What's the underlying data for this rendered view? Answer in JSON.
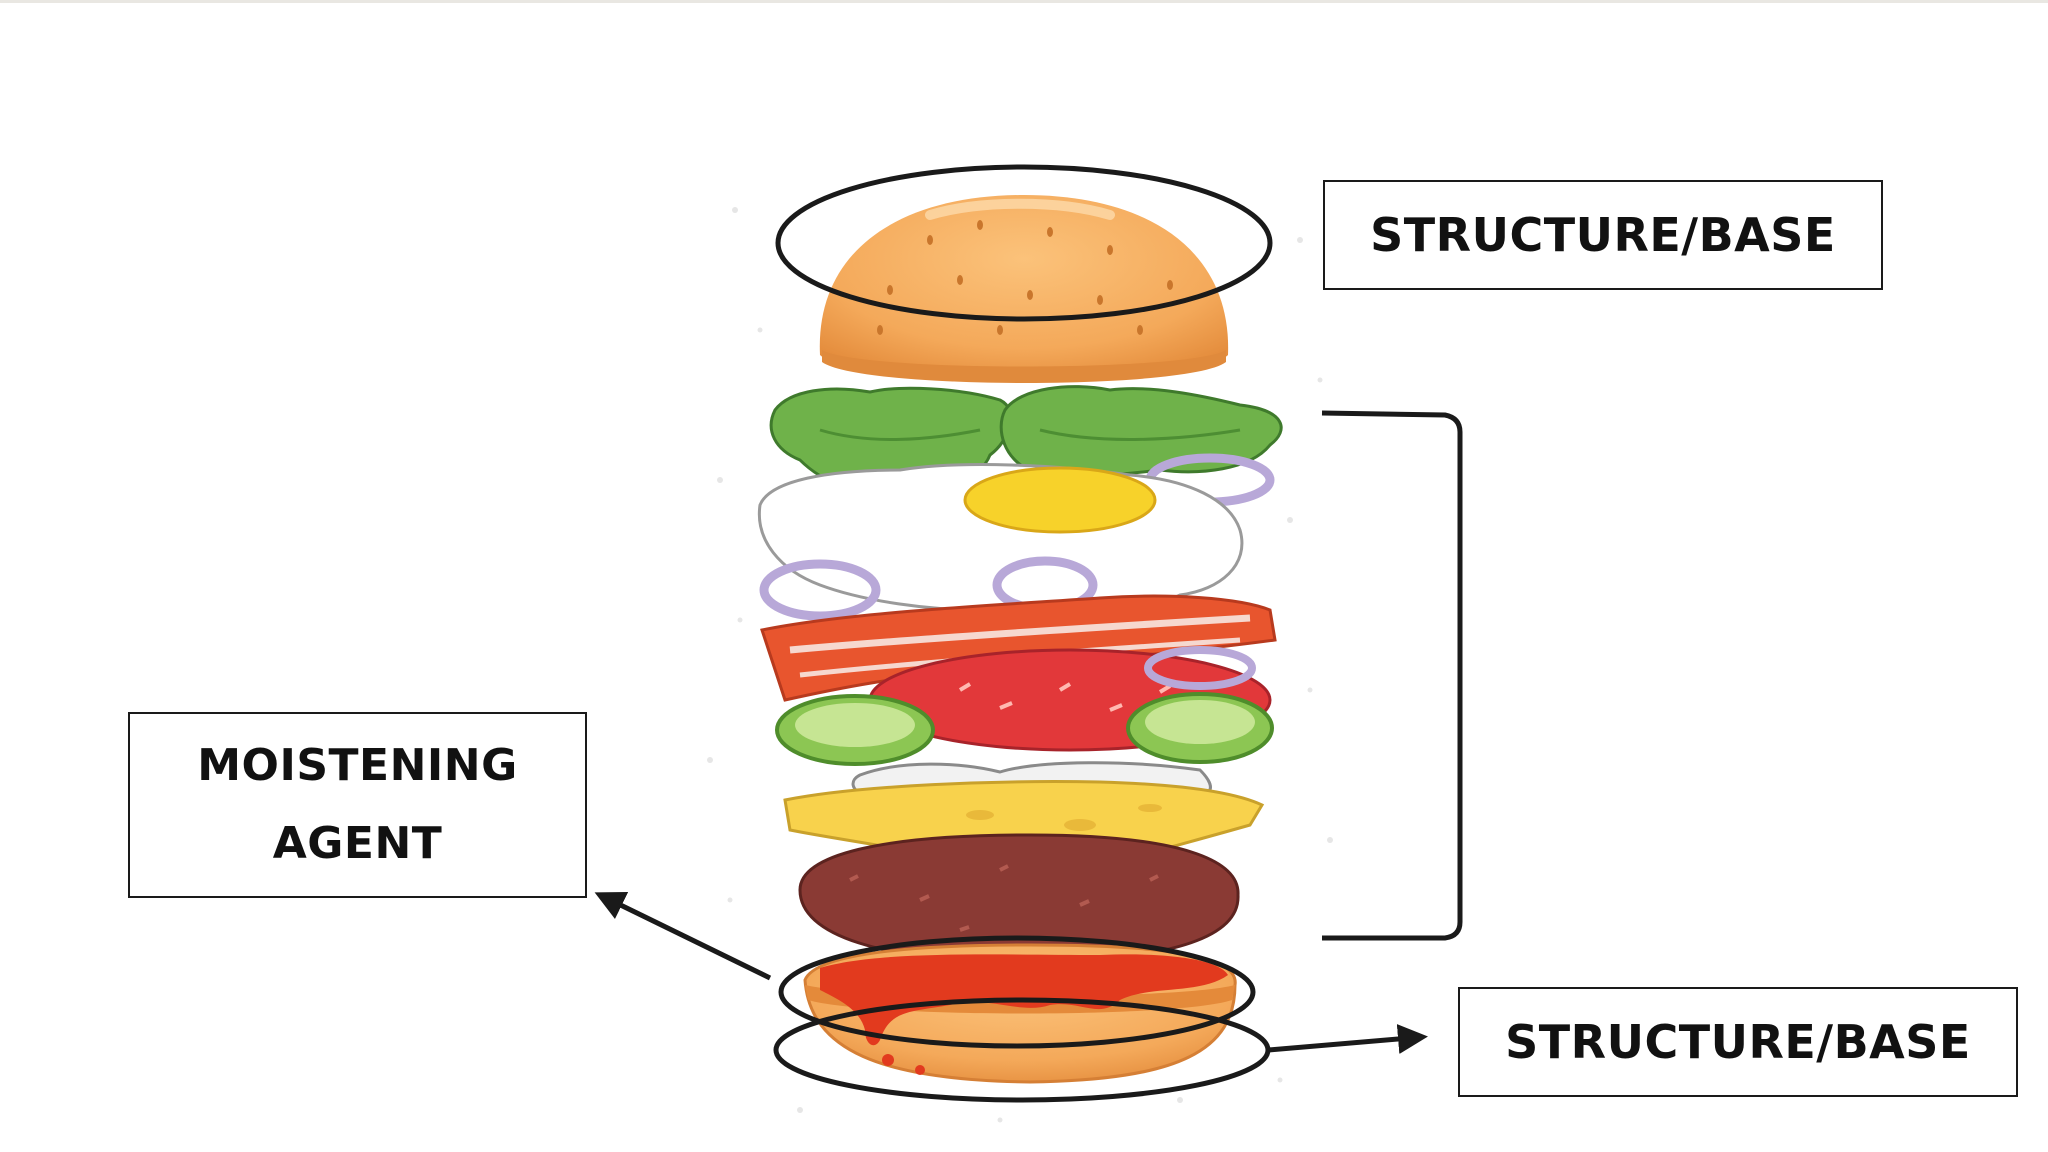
{
  "labels": {
    "top_base": "STRUCTURE/BASE",
    "bottom_base": "STRUCTURE/BASE",
    "moistening_line1": "MOISTENING",
    "moistening_line2": "AGENT"
  },
  "colors": {
    "bun": "#f4a95a",
    "lettuce": "#6fb24a",
    "egg_yolk": "#f7d22a",
    "onion": "#b8a8d8",
    "bacon": "#e8552e",
    "tomato": "#e2383a",
    "cucumber": "#8cc653",
    "cheese": "#f8d24c",
    "patty": "#8a3a34",
    "ketchup": "#e23a1e",
    "outline": "#1a1a1a"
  },
  "icons": [
    "burger-illustration",
    "ellipse-highlight",
    "bracket",
    "arrow"
  ]
}
